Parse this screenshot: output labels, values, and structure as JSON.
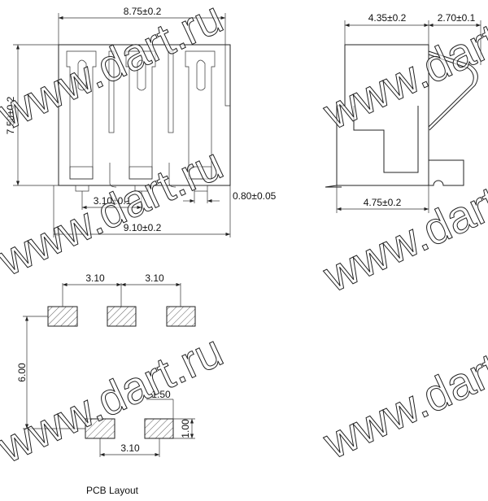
{
  "front_view": {
    "width_top": "8.75±0.2",
    "height": "7.50±0.2",
    "pin_pitch": "3.10±0.1",
    "pin_width": "0.80±0.05",
    "width_bottom": "9.10±0.2"
  },
  "side_view": {
    "body_depth": "4.35±0.2",
    "spring_extent": "2.70±0.1",
    "base_depth": "4.75±0.2"
  },
  "pcb_layout": {
    "title": "PCB Layout",
    "pitch_1": "3.10",
    "pitch_2": "3.10",
    "row_spacing": "6.00",
    "pad_offset": "1.50",
    "pad_height": "1.00",
    "bottom_pitch": "3.10"
  },
  "watermark": "www.dart.ru"
}
